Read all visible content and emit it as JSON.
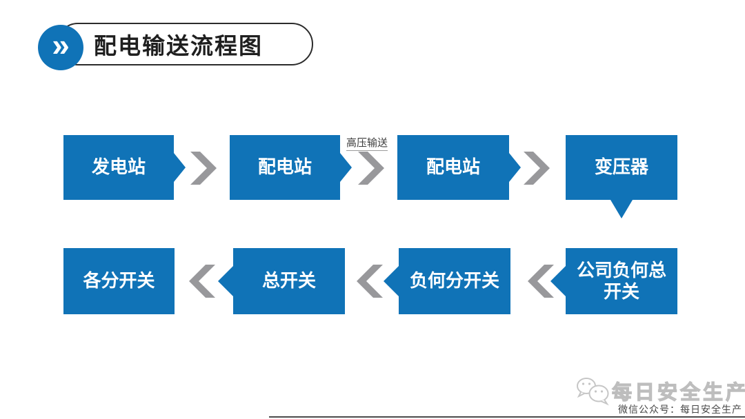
{
  "header": {
    "title": "配电输送流程图",
    "icon_glyph": "»"
  },
  "flow": {
    "row1": [
      {
        "label": "发电站"
      },
      {
        "label": "配电站"
      },
      {
        "label": "配电站"
      },
      {
        "label": "变压器"
      }
    ],
    "edge_label": "高压输送",
    "row2": [
      {
        "label": "公司负何总开关"
      },
      {
        "label": "负何分开关"
      },
      {
        "label": "总开关"
      },
      {
        "label": "各分开关"
      }
    ]
  },
  "colors": {
    "box_blue": "#1073b7",
    "arrow_gray": "#98989b",
    "title_ink": "#1f1f1f",
    "watermark_gray": "#c9c9c9"
  },
  "watermark": {
    "brand": "每日安全生产",
    "caption": "微信公众号：每日安全生产"
  }
}
